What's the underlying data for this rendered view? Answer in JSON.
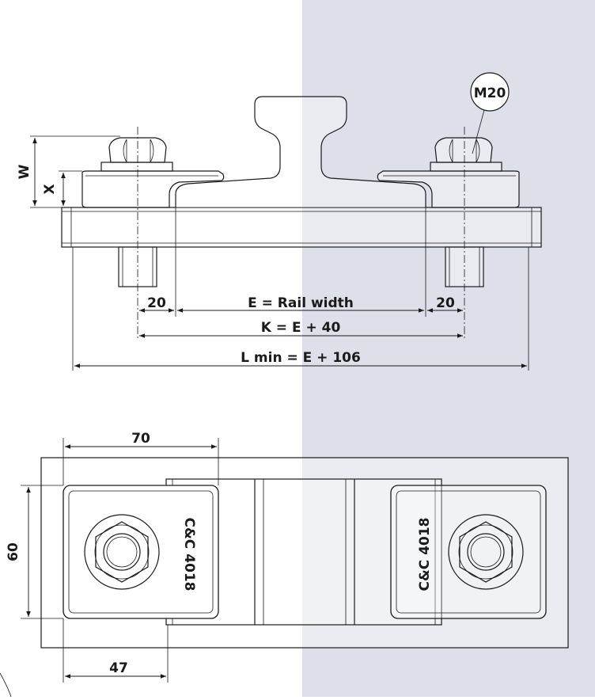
{
  "colors": {
    "right_half_background": "#dde0e8",
    "line": "#1a1a1a"
  },
  "side_view": {
    "bolt_label": "M20",
    "dim_w": "W",
    "dim_x": "X",
    "dim_left_offset": "20",
    "dim_right_offset": "20",
    "dim_e": "E = Rail width",
    "dim_k": "K = E + 40",
    "dim_l": "L min = E + 106"
  },
  "top_view": {
    "dim_width": "70",
    "dim_height": "60",
    "dim_offset": "47",
    "left_clip_marking": "C&C 4018",
    "right_clip_marking": "C&C 4018"
  }
}
